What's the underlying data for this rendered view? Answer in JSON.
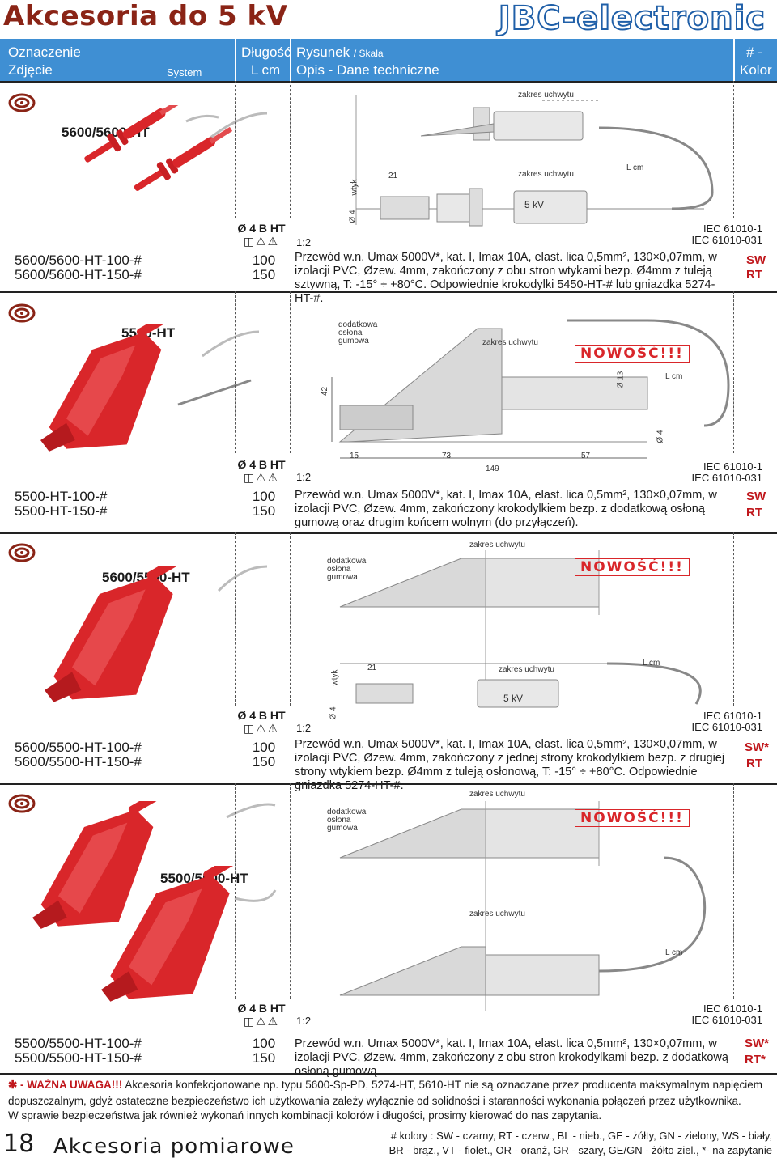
{
  "header": {
    "title": "Akcesoria do 5 kV",
    "brand": "JBC-electronic",
    "col1_line1": "Oznaczenie",
    "col1_line2": "Zdjęcie",
    "col1_system": "System",
    "col2_line1": "Długość",
    "col2_line2": "L cm",
    "col3_line1": "Rysunek",
    "col3_scale": "/ Skala",
    "col3_line2": "Opis - Dane techniczne",
    "col4_line1": "# -",
    "col4_line2": "Kolor"
  },
  "sections": [
    {
      "code": "5600/5600-HT",
      "diam": "Ø 4 B HT",
      "scale": "1:2",
      "iec1": "IEC 61010-1",
      "iec2": "IEC 61010-031",
      "prod1": "5600/5600-HT-100-#",
      "prod2": "5600/5600-HT-150-#",
      "len1": "100",
      "len2": "150",
      "desc": "Przewód w.n. Umax 5000V*, kat. I, Imax 10A, elast. lica 0,5mm², 130×0,07mm, w izolacji PVC, Øzew. 4mm, zakończony z obu stron wtykami bezp. Ø4mm z tuleją sztywną, T: -15° ÷ +80°C. Odpowiednie krokodylki 5450-HT-# lub gniazdka 5274-HT-#.",
      "color1": "SW",
      "color2": "RT",
      "labels": [
        "zakres uchwytu",
        "zakres uchwytu",
        "L cm",
        "21",
        "wtyk",
        "Ø 4",
        "5 kV"
      ]
    },
    {
      "code": "5500-HT",
      "diam": "Ø 4 B HT",
      "scale": "1:2",
      "iec1": "IEC 61010-1",
      "iec2": "IEC 61010-031",
      "prod1": "5500-HT-100-#",
      "prod2": "5500-HT-150-#",
      "len1": "100",
      "len2": "150",
      "desc": "Przewód w.n. Umax 5000V*, kat. I, Imax 10A, elast. lica 0,5mm², 130×0,07mm, w izolacji PVC, Øzew. 4mm, zakończony krokodylkiem bezp. z dodatkową osłoną gumową oraz drugim końcem wolnym (do przyłączeń).",
      "color1": "SW",
      "color2": "RT",
      "nowosc": "NOWOŚĆ!!!",
      "labels": [
        "dodatkowa",
        "osłona",
        "gumowa",
        "zakres uchwytu",
        "L cm",
        "Ø 13",
        "42",
        "Ø 4",
        "15",
        "73",
        "57",
        "149"
      ]
    },
    {
      "code": "5600/5500-HT",
      "diam": "Ø 4 B HT",
      "scale": "1:2",
      "iec1": "IEC 61010-1",
      "iec2": "IEC 61010-031",
      "prod1": "5600/5500-HT-100-#",
      "prod2": "5600/5500-HT-150-#",
      "len1": "100",
      "len2": "150",
      "desc": "Przewód w.n. Umax 5000V*, kat. I, Imax 10A, elast. lica 0,5mm², 130×0,07mm, w izolacji PVC, Øzew. 4mm, zakończony z jednej strony krokodylkiem bezp. z drugiej strony wtykiem bezp. Ø4mm z tuleją osłonową, T: -15° ÷ +80°C. Odpowiednie gniazdka 5274-HT-#.",
      "color1": "SW*",
      "color2": "RT",
      "nowosc": "NOWOŚĆ!!!",
      "labels": [
        "zakres uchwytu",
        "dodatkowa",
        "osłona",
        "gumowa",
        "21",
        "zakres uchwytu",
        "L cm",
        "wtyk",
        "Ø 4",
        "5 kV"
      ]
    },
    {
      "code": "5500/5500-HT",
      "diam": "Ø 4 B HT",
      "scale": "1:2",
      "iec1": "IEC 61010-1",
      "iec2": "IEC 61010-031",
      "prod1": "5500/5500-HT-100-#",
      "prod2": "5500/5500-HT-150-#",
      "len1": "100",
      "len2": "150",
      "desc": "Przewód w.n. Umax 5000V*, kat. I, Imax 10A, elast. lica 0,5mm², 130×0,07mm, w izolacji PVC, Øzew. 4mm, zakończony z obu stron krokodylkami bezp. z dodatkową osłoną gumową.",
      "color1": "SW*",
      "color2": "RT*",
      "nowosc": "NOWOŚĆ!!!",
      "labels": [
        "zakres uchwytu",
        "dodatkowa",
        "osłona",
        "gumowa",
        "zakres uchwytu",
        "L cm"
      ]
    }
  ],
  "footnote": {
    "star": "✱ - WAŻNA UWAGA!!!",
    "line1": "Akcesoria konfekcjonowane np. typu 5600-Sp-PD, 5274-HT, 5610-HT nie są oznaczane przez producenta maksymalnym napięciem",
    "line2": "dopuszczalnym, gdyż ostateczne bezpieczeństwo ich użytkowania zależy wyłącznie od solidności i staranności wykonania połączeń przez użytkownika.",
    "line3": "W sprawie bezpieczeństwa jak również wykonań innych kombinacji kolorów i długości, prosimy kierować do nas zapytania."
  },
  "footer": {
    "page": "18",
    "section": "Akcesoria pomiarowe",
    "legend1": "# kolory : SW - czarny, RT - czerw., BL - nieb., GE - żółty, GN - zielony, WS - biały,",
    "legend2": "BR - brąz., VT - fiolet., OR - oranż, GR - szary, GE/GN - żółto-ziel., *- na zapytanie"
  },
  "colors": {
    "header_bg": "#3f8fd3",
    "title": "#8a2416",
    "brand": "#1f5fa8",
    "accent_red": "#c0171c",
    "probe_red": "#d9262a",
    "drawing_grey": "#9a9a9a"
  },
  "icons": [
    "target-icon",
    "square-symbol-icon",
    "warning-triangle-icon",
    "ce-mark-icon"
  ]
}
